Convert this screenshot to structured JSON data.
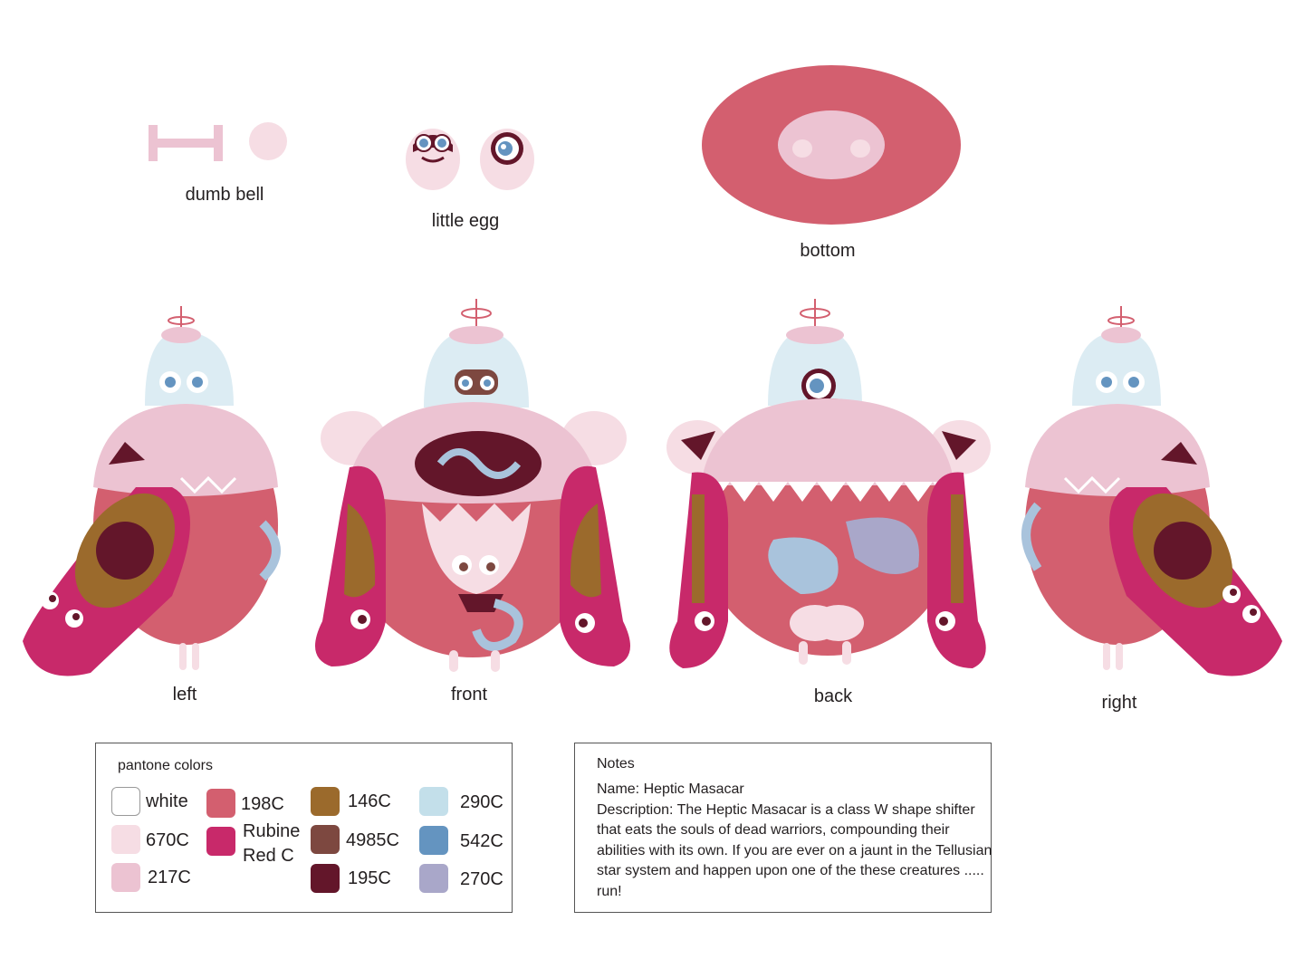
{
  "labels": {
    "dumb_bell": "dumb bell",
    "little_egg": "little egg",
    "bottom": "bottom",
    "left": "left",
    "front": "front",
    "back": "back",
    "right": "right"
  },
  "palette_box": {
    "title": "pantone colors",
    "swatches": [
      {
        "name": "white",
        "hex": "#ffffff"
      },
      {
        "name": "670C",
        "hex": "#f6dde4"
      },
      {
        "name": "217C",
        "hex": "#ecc3d2"
      },
      {
        "name": "198C",
        "hex": "#d35f6f"
      },
      {
        "name": "Rubine Red C",
        "line1": "Rubine",
        "line2": "Red C",
        "hex": "#c8296a"
      },
      {
        "name": "146C",
        "hex": "#9b6a2c"
      },
      {
        "name": "4985C",
        "hex": "#7d4840"
      },
      {
        "name": "195C",
        "hex": "#63162a"
      },
      {
        "name": "290C",
        "hex": "#c3dfea"
      },
      {
        "name": "542C",
        "hex": "#6494c0"
      },
      {
        "name": "270C",
        "hex": "#a9a7c9"
      }
    ]
  },
  "notes_box": {
    "title": "Notes",
    "name_line": "Name:  Heptic Masacar",
    "description_line": "Description:  The Heptic Masacar is a class W shape shifter that eats the souls of dead warriors, compounding their abilities with its own.   If you are ever on a jaunt in the Tellusian star system and happen upon one of the these creatures ..... run!"
  },
  "colors": {
    "body": "#d35f6f",
    "light_pink": "#f6dde4",
    "mid_pink": "#ecc3d2",
    "tentacle": "#c8296a",
    "dark": "#63162a",
    "glass": "#dcecf3",
    "eye_blue": "#6494c0",
    "swirl": "#a9c3dc"
  }
}
